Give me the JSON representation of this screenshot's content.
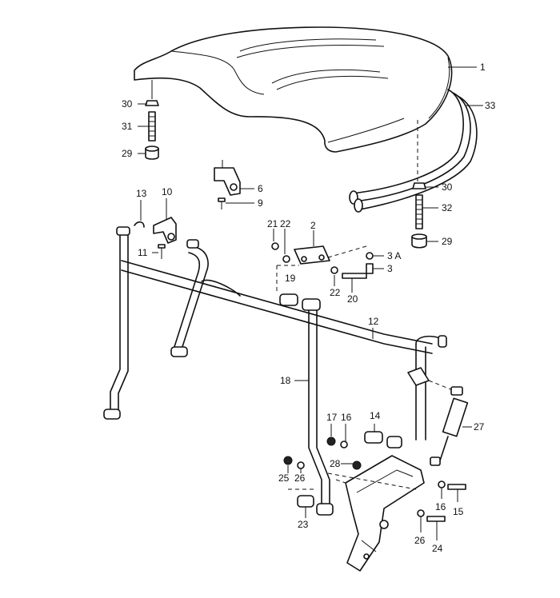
{
  "diagram": {
    "callouts": [
      {
        "id": "1",
        "label": "1"
      },
      {
        "id": "33",
        "label": "33"
      },
      {
        "id": "30a",
        "label": "30"
      },
      {
        "id": "31",
        "label": "31"
      },
      {
        "id": "29a",
        "label": "29"
      },
      {
        "id": "6",
        "label": "6"
      },
      {
        "id": "9",
        "label": "9"
      },
      {
        "id": "10",
        "label": "10"
      },
      {
        "id": "13",
        "label": "13"
      },
      {
        "id": "11",
        "label": "11"
      },
      {
        "id": "30b",
        "label": "30"
      },
      {
        "id": "32",
        "label": "32"
      },
      {
        "id": "29b",
        "label": "29"
      },
      {
        "id": "21",
        "label": "21"
      },
      {
        "id": "22a",
        "label": "22"
      },
      {
        "id": "2",
        "label": "2"
      },
      {
        "id": "3a",
        "label": "3 A"
      },
      {
        "id": "3",
        "label": "3"
      },
      {
        "id": "19",
        "label": "19"
      },
      {
        "id": "22b",
        "label": "22"
      },
      {
        "id": "20",
        "label": "20"
      },
      {
        "id": "12",
        "label": "12"
      },
      {
        "id": "18",
        "label": "18"
      },
      {
        "id": "17",
        "label": "17"
      },
      {
        "id": "16a",
        "label": "16"
      },
      {
        "id": "14",
        "label": "14"
      },
      {
        "id": "27",
        "label": "27"
      },
      {
        "id": "28",
        "label": "28"
      },
      {
        "id": "25",
        "label": "25"
      },
      {
        "id": "26a",
        "label": "26"
      },
      {
        "id": "16b",
        "label": "16"
      },
      {
        "id": "15",
        "label": "15"
      },
      {
        "id": "23",
        "label": "23"
      },
      {
        "id": "26b",
        "label": "26"
      },
      {
        "id": "24",
        "label": "24"
      }
    ]
  }
}
